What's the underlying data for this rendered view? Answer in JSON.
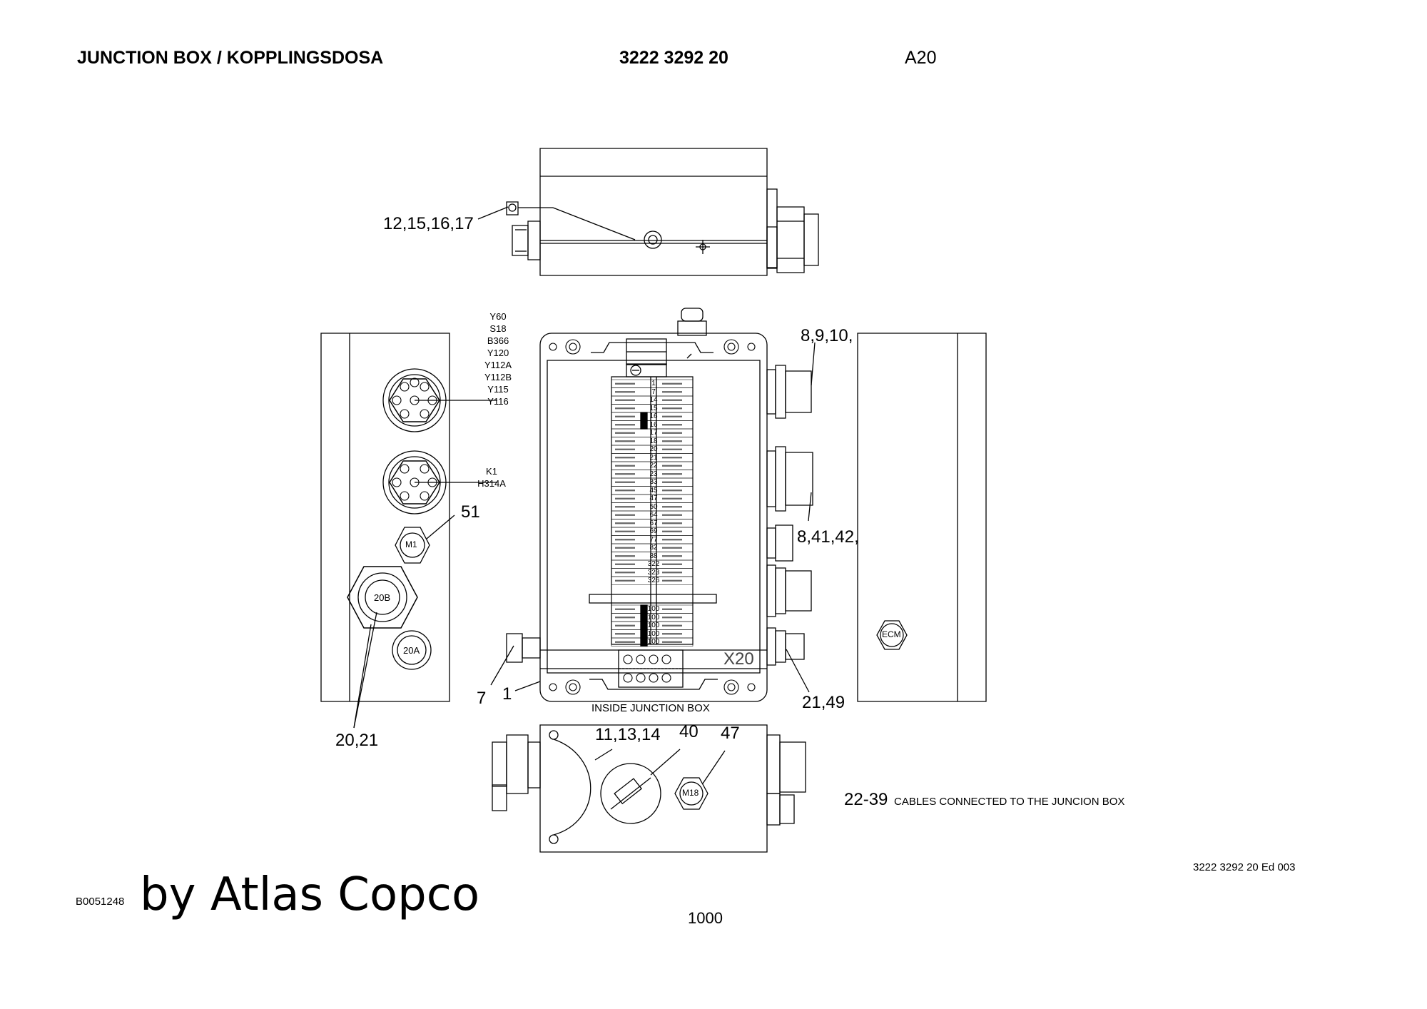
{
  "header": {
    "title": "JUNCTION BOX / KOPPLINGSDOSA",
    "part_number": "3222 3292 20",
    "ref": "A20"
  },
  "callouts": {
    "c_12_15_16_17": "12,15,16,17",
    "c_8_9_10": "8,9,10,",
    "c_8_41_42": "8,41,42,",
    "c_51": "51",
    "c_7": "7",
    "c_1": "1",
    "c_20_21": "20,21",
    "c_21_49": "21,49",
    "c_11_13_14": "11,13,14",
    "c_40": "40",
    "c_47": "47"
  },
  "connector_labels": {
    "group1": [
      "Y60",
      "S18",
      "B366",
      "Y120",
      "Y112A",
      "Y112B",
      "Y115",
      "Y116"
    ],
    "group2": [
      "K1",
      "H314A"
    ]
  },
  "component_labels": {
    "m1": "M1",
    "g20b": "20B",
    "g20a": "20A",
    "m18": "M18",
    "ecm": "ECM",
    "x20": "X20"
  },
  "terminal_numbers": [
    "1",
    "7",
    "14",
    "15",
    "16",
    "16",
    "17",
    "18",
    "20",
    "21",
    "22",
    "23",
    "33",
    "45",
    "47",
    "50",
    "64",
    "67",
    "69",
    "77",
    "82",
    "88",
    "322",
    "323",
    "326"
  ],
  "lower_terminal_numbers": [
    "100",
    "100",
    "100",
    "100",
    "100"
  ],
  "notes": {
    "inside": "INSIDE JUNCTION BOX",
    "cables_num": "22-39",
    "cables_text": "CABLES CONNECTED TO THE JUNCION BOX"
  },
  "footer": {
    "edition": "3222 3292 20 Ed 003",
    "doc_id": "B0051248",
    "brand": "by Atlas Copco",
    "page": "1000"
  }
}
